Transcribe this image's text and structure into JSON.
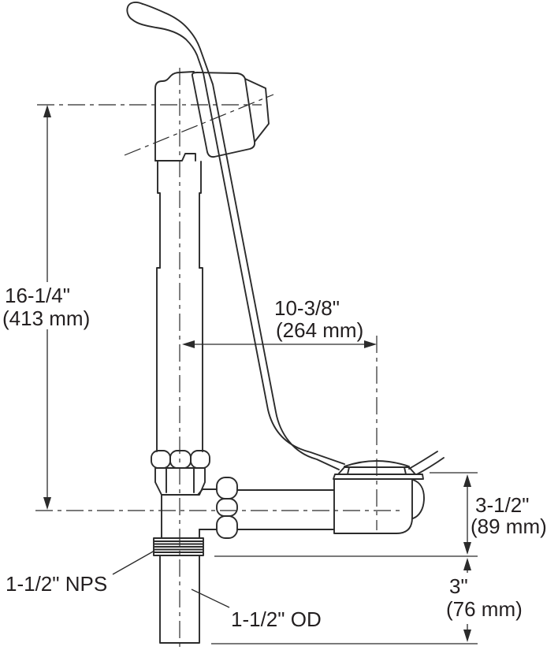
{
  "diagram": {
    "type": "technical-dimension-drawing",
    "subject": "bath-drain-with-overflow-assembly-side-view",
    "colors": {
      "line": "#2b2b2b",
      "background": "#ffffff",
      "text": "#231f20"
    },
    "dimensions": {
      "overall_height": {
        "inches": "16-1/4\"",
        "metric": "(413 mm)"
      },
      "horizontal_reach": {
        "inches": "10-3/8\"",
        "metric": "(264 mm)"
      },
      "drain_depth": {
        "inches": "3-1/2\"",
        "metric": "(89 mm)"
      },
      "tailpiece_length": {
        "inches": "3\"",
        "metric": "(76 mm)"
      }
    },
    "callouts": {
      "thread": "1-1/2\" NPS",
      "outlet": "1-1/2\" OD"
    }
  }
}
